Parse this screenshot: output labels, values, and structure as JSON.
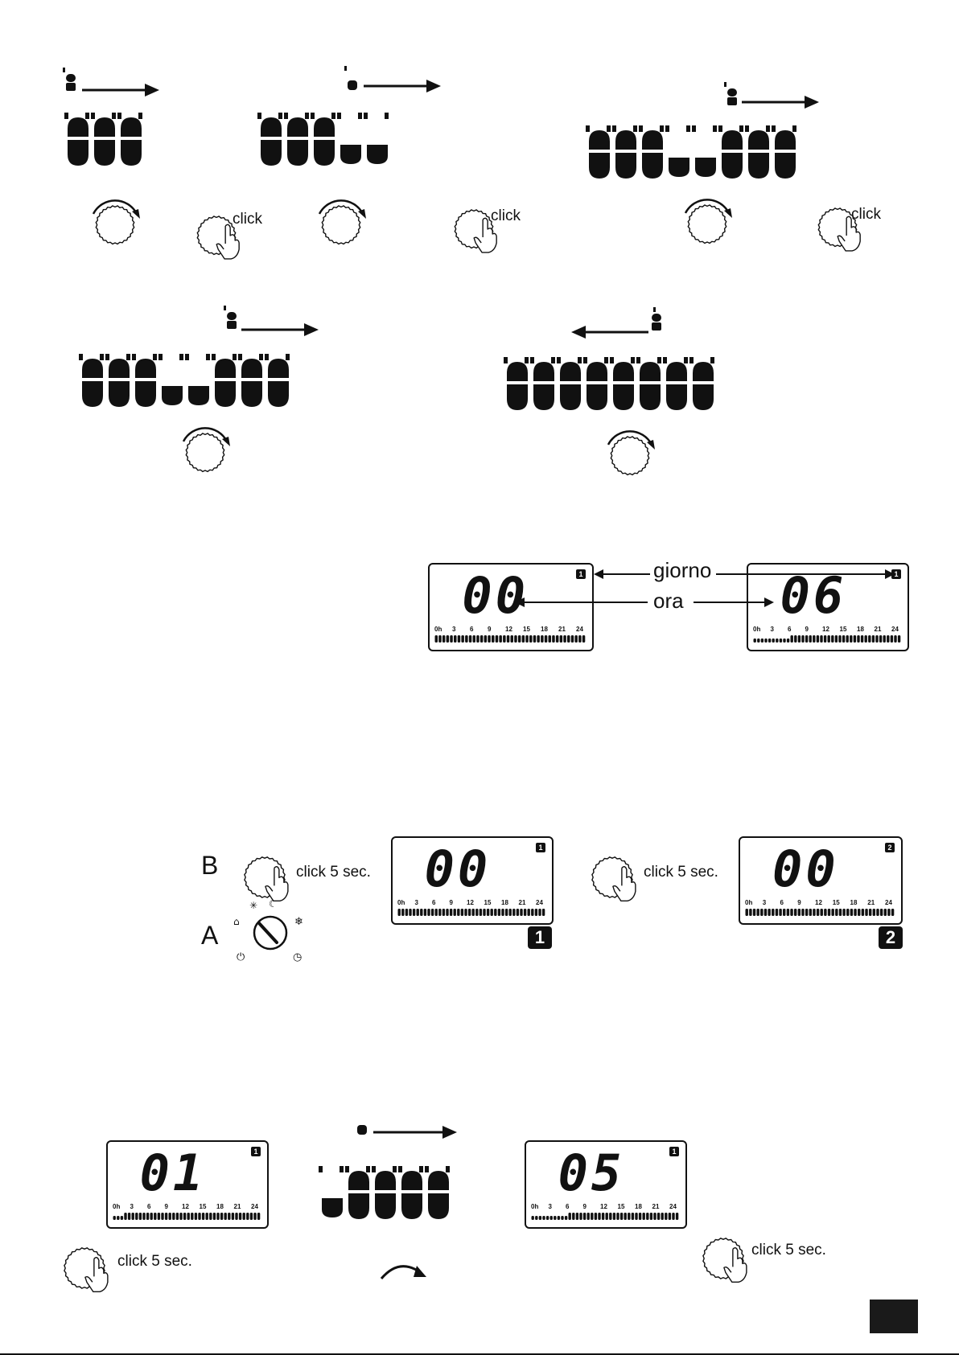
{
  "labels": {
    "click": "click",
    "click5": "click 5 sec.",
    "giorno": "giorno",
    "ora": "ora",
    "dial_b": "B",
    "dial_a": "A"
  },
  "lcd_ticks": [
    "0h",
    "3",
    "6",
    "9",
    "12",
    "15",
    "18",
    "21",
    "24"
  ],
  "lcd_screens": {
    "giorno_left": {
      "hour": "00",
      "day": "1"
    },
    "giorno_right": {
      "hour": "06",
      "day": "1"
    },
    "step_a": {
      "hour": "00",
      "day": "1",
      "badge": "1"
    },
    "step_b": {
      "hour": "00",
      "day": "2",
      "badge": "2"
    },
    "bottom_left": {
      "hour": "01",
      "day": "1"
    },
    "bottom_right": {
      "hour": "05",
      "day": "1"
    }
  },
  "bar_patterns": {
    "giorno_left": "LLLLLLLLLLLLLLLLLLLLLLLLLLLLLLLLLLLLLLLL",
    "giorno_right": "SSSSSSSSSSLLLLLLLLLLLLLLLLLLLLLLLLLLLLLL",
    "step_a": "LLLLLLLLLLLLLLLLLLLLLLLLLLLLLLLLLLLLLLLL",
    "step_b": "LLLLLLLLLLLLLLLLLLLLLLLLLLLLLLLLLLLLLLLL",
    "bottom_left": "SSSLLLLLLLLLLLLLLLLLLLLLLLLLLLLLLLLLLLLL",
    "bottom_right": "SSSSSSSSSSLLLLLLLLLLLLLLLLLLLLLLLLLLLLLL"
  },
  "segment_rows": {
    "row1": "TTT",
    "row2": "TTTSS",
    "row3": "TTTSSTTT",
    "row4": "TTTSSTTT",
    "row5": "TTTTTTTT",
    "row6": "STTTT"
  },
  "icons": [
    "rotate-arrow-icon",
    "knob-icon",
    "hand-press-icon",
    "segment-indicator-icon",
    "right-arrow-icon",
    "left-arrow-icon",
    "mode-selector-icon"
  ]
}
